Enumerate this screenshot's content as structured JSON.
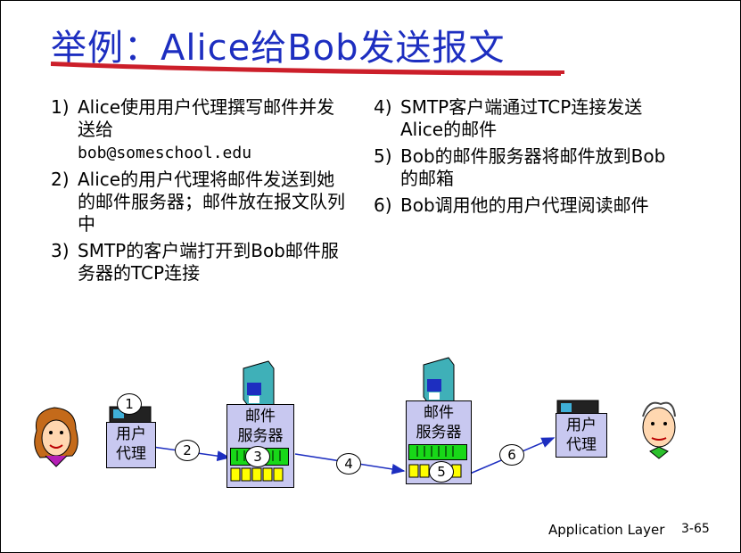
{
  "title": "举例：Alice给Bob发送报文",
  "steps_left": [
    {
      "num": "1)",
      "text": "Alice使用用户代理撰写邮件并发送给",
      "extra": "bob@someschool.edu"
    },
    {
      "num": "2)",
      "text": "Alice的用户代理将邮件发送到她的邮件服务器；邮件放在报文队列中"
    },
    {
      "num": "3)",
      "text": "SMTP的客户端打开到Bob邮件服务器的TCP连接"
    }
  ],
  "steps_right": [
    {
      "num": "4)",
      "text": "SMTP客户端通过TCP连接发送Alice的邮件"
    },
    {
      "num": "5)",
      "text": "Bob的邮件服务器将邮件放到Bob的邮箱"
    },
    {
      "num": "6)",
      "text": "Bob调用他的用户代理阅读邮件"
    }
  ],
  "diagram": {
    "alice_agent": "用户\n代理",
    "alice_server": "邮件\n服务器",
    "bob_server": "邮件\n服务器",
    "bob_agent": "用户\n代理",
    "markers": [
      "1",
      "2",
      "3",
      "4",
      "5",
      "6"
    ]
  },
  "footer": {
    "label": "Application Layer",
    "page": "3-65"
  },
  "colors": {
    "title": "#1d2ec0",
    "underline": "#cc1f2a",
    "box": "#c8c8f0",
    "queue_green": "#18d818",
    "queue_yellow": "#ffff00",
    "arrow": "#1d2ec0"
  }
}
